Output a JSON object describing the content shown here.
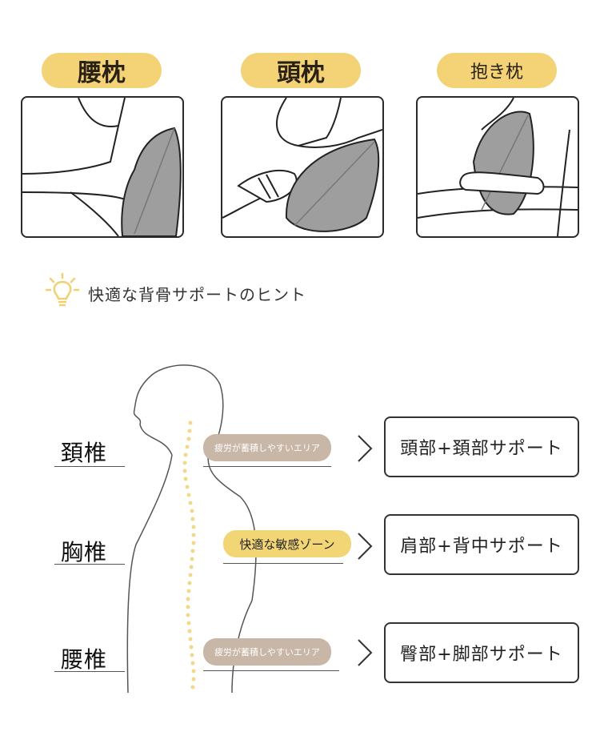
{
  "pillows": [
    {
      "label": "腰枕",
      "color": "#f3d375"
    },
    {
      "label": "頭枕",
      "color": "#f3d375"
    },
    {
      "label": "抱き枕",
      "color": "#f3d375"
    }
  ],
  "tip": {
    "icon": "lightbulb-icon",
    "text": "快適な背骨サポートのヒント"
  },
  "zones": [
    {
      "name": "頚椎",
      "tag": "疲労が蓄積しやすいエリア",
      "tag_color": "#c8b6a6",
      "support": "頭部+頚部サポート"
    },
    {
      "name": "胸椎",
      "tag": "快適な敏感ゾーン",
      "tag_color": "#f2d675",
      "support": "肩部+背中サポート"
    },
    {
      "name": "腰椎",
      "tag": "疲労が蓄積しやすいエリア",
      "tag_color": "#c8b6a6",
      "support": "臀部+脚部サポート"
    }
  ],
  "colors": {
    "accent": "#f3d375",
    "pillow_gray": "#9e9e9e",
    "spine_dots": "#f0d98a"
  }
}
